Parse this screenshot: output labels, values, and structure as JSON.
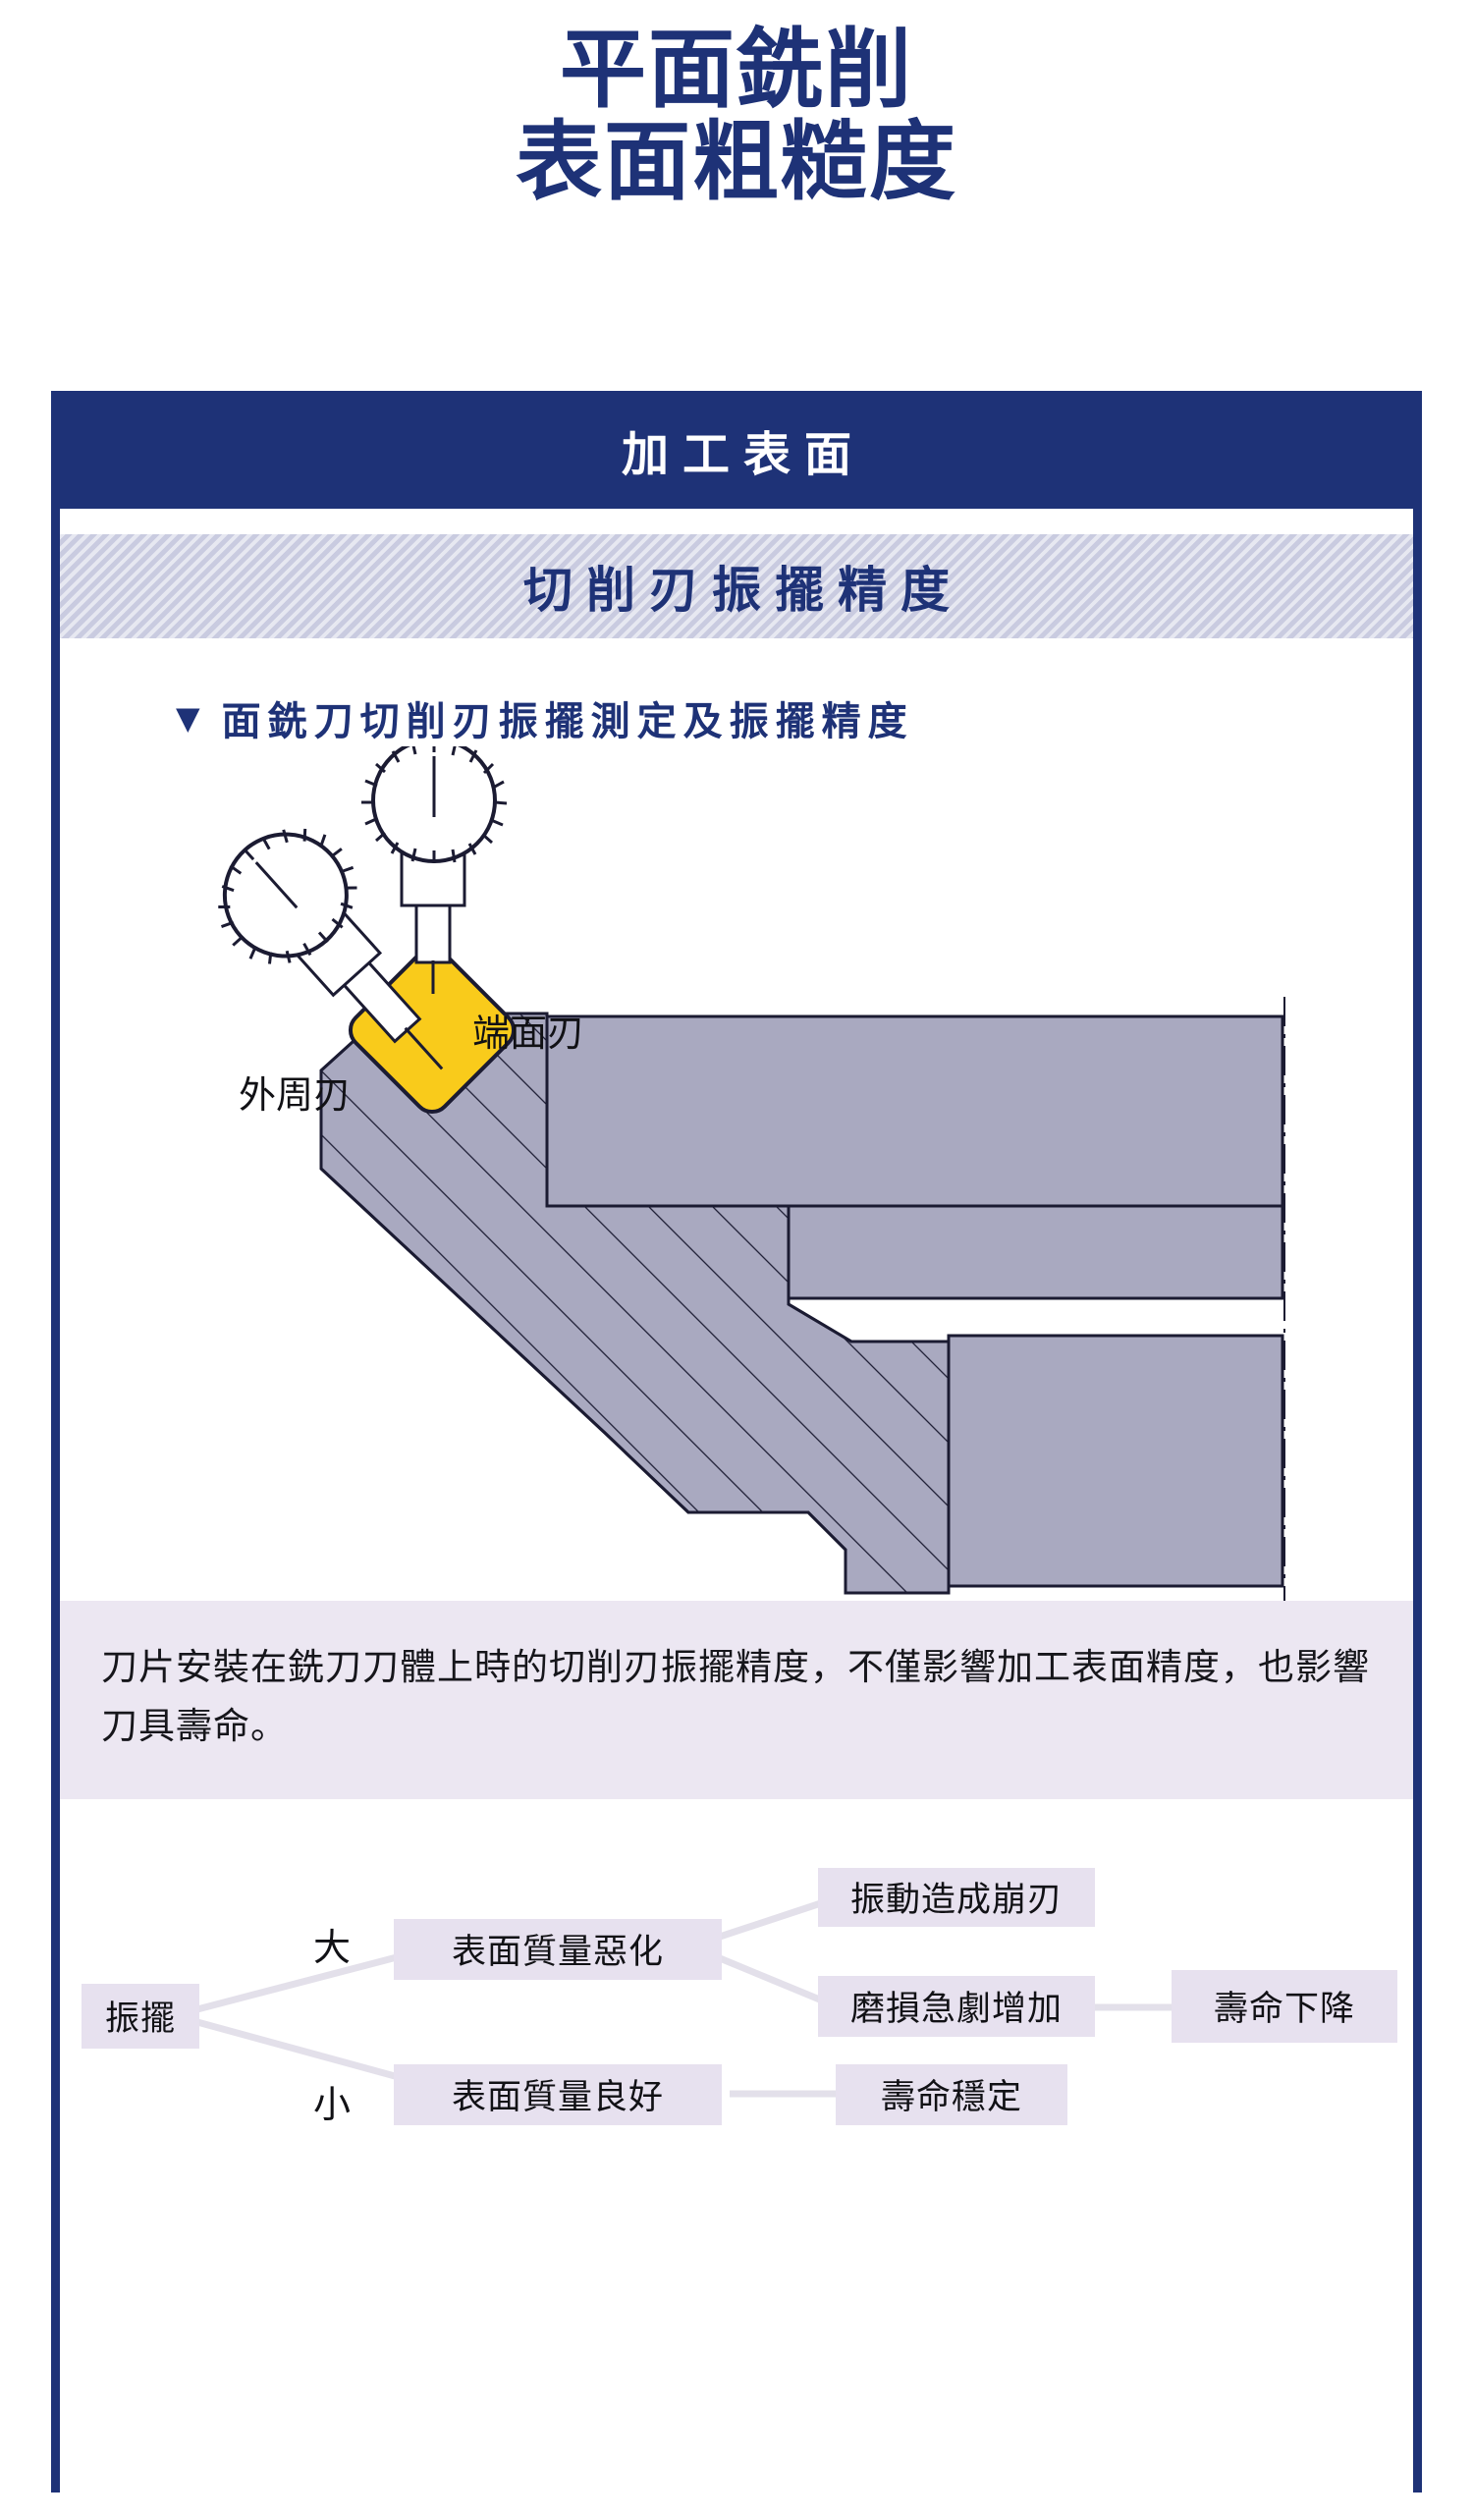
{
  "title": {
    "line1": "平面銑削",
    "line2": "表面粗糙度"
  },
  "card": {
    "process_band": "加工表面",
    "striped_band": "切削刃振擺精度",
    "section": {
      "marker": "▼",
      "heading": "面銑刀切削刃振擺測定及振擺精度"
    },
    "diagram": {
      "label_peripheral": "外周刃",
      "label_face": "端面刃",
      "insert_color": "#F9CB1B",
      "body_color": "#a9a9c0",
      "gauge_count": 2
    },
    "description": "刀片安裝在銑刀刀體上時的切削刃振擺精度，不僅影響加工表面精度，也影響刀具壽命。",
    "flow": {
      "root": "振擺",
      "branch_large": "大",
      "branch_small": "小",
      "effect_bad": "表面質量惡化",
      "effect_good": "表面質量良好",
      "result_chipping": "振動造成崩刃",
      "result_wear": "磨損急劇增加",
      "result_life_down": "壽命下降",
      "result_life_stable": "壽命穩定"
    }
  },
  "colors": {
    "brand_blue": "#1e3277",
    "band_stripe": "#c9cbe0",
    "panel_lilac": "#ece7f2",
    "box_lilac": "#e7e1ef"
  }
}
